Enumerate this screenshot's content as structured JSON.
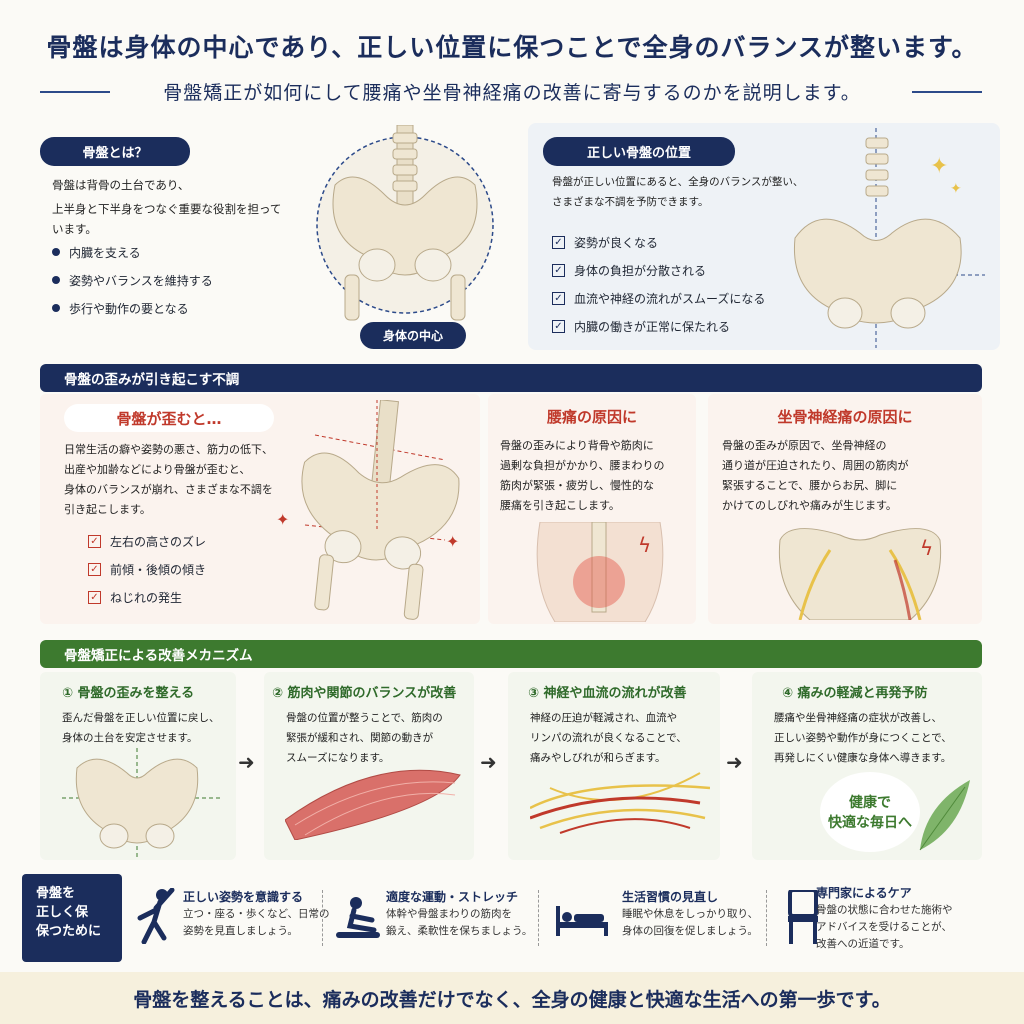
{
  "header": {
    "title": "骨盤は身体の中心であり、正しい位置に保つことで全身のバランスが整います。",
    "subtitle": "骨盤矯正が如何にして腰痛や坐骨神経痛の改善に寄与するのかを説明します。"
  },
  "what_is": {
    "title": "骨盤とは？",
    "text1": "骨盤は背骨の土台であり、",
    "text2": "上半身と下半身をつなぐ重要な役割を担って",
    "text3": "います。",
    "items": [
      "内臓を支える",
      "姿勢やバランスを維持する",
      "歩行や動作の要となる"
    ],
    "center_label": "身体の中心"
  },
  "correct": {
    "title": "正しい骨盤の位置",
    "text1": "骨盤が正しい位置にあると、全身のバランスが整い、",
    "text2": "さまざまな不調を予防できます。",
    "items": [
      "姿勢が良くなる",
      "身体の負担が分散される",
      "血流や神経の流れがスムーズになる",
      "内臓の働きが正常に保たれる"
    ]
  },
  "distortion": {
    "band": "骨盤の歪みが引き起こす不調",
    "card1": {
      "title": "骨盤が歪むと…",
      "lines": [
        "日常生活の癖や姿勢の悪さ、筋力の低下、",
        "出産や加齢などにより骨盤が歪むと、",
        "身体のバランスが崩れ、さまざまな不調を",
        "引き起こします。"
      ],
      "items": [
        "左右の高さのズレ",
        "前傾・後傾の傾き",
        "ねじれの発生"
      ]
    },
    "card2": {
      "title": "腰痛の原因に",
      "lines": [
        "骨盤の歪みにより背骨や筋肉に",
        "過剰な負担がかかり、腰まわりの",
        "筋肉が緊張・疲労し、慢性的な",
        "腰痛を引き起こします。"
      ]
    },
    "card3": {
      "title": "坐骨神経痛の原因に",
      "lines": [
        "骨盤の歪みが原因で、坐骨神経の",
        "通り道が圧迫されたり、周囲の筋肉が",
        "緊張することで、腰からお尻、脚に",
        "かけてのしびれや痛みが生じます。"
      ]
    }
  },
  "mechanism": {
    "band": "骨盤矯正による改善メカニズム",
    "steps": [
      {
        "title": "① 骨盤の歪みを整える",
        "lines": [
          "歪んだ骨盤を正しい位置に戻し、",
          "身体の土台を安定させます。"
        ]
      },
      {
        "title": "② 筋肉や関節のバランスが改善",
        "lines": [
          "骨盤の位置が整うことで、筋肉の",
          "緊張が緩和され、関節の動きが",
          "スムーズになります。"
        ]
      },
      {
        "title": "③ 神経や血流の流れが改善",
        "lines": [
          "神経の圧迫が軽減され、血流や",
          "リンパの流れが良くなることで、",
          "痛みやしびれが和らぎます。"
        ]
      },
      {
        "title": "④ 痛みの軽減と再発予防",
        "lines": [
          "腰痛や坐骨神経痛の症状が改善し、",
          "正しい姿勢や動作が身につくことで、",
          "再発しにくい健康な身体へ導きます。"
        ]
      }
    ],
    "badge_line1": "健康で",
    "badge_line2": "快適な毎日へ"
  },
  "tips": {
    "label_lines": [
      "骨盤を",
      "正しく保",
      "保つために"
    ],
    "items": [
      {
        "icon": "stretching-person-icon",
        "title": "正しい姿勢を意識する",
        "lines": [
          "立つ・座る・歩くなど、日常の",
          "姿勢を見直しましょう。"
        ]
      },
      {
        "icon": "sitting-stretch-icon",
        "title": "適度な運動・ストレッチ",
        "lines": [
          "体幹や骨盤まわりの筋肉を",
          "鍛え、柔軟性を保ちましょう。"
        ]
      },
      {
        "icon": "bed-icon",
        "title": "生活習慣の見直し",
        "lines": [
          "睡眠や休息をしっかり取り、",
          "身体の回復を促しましょう。"
        ]
      },
      {
        "icon": "chair-icon",
        "title": "専門家によるケア",
        "lines": [
          "骨盤の状態に合わせた施術や",
          "アドバイスを受けることが、",
          "改善への近道です。"
        ]
      }
    ]
  },
  "footer": "骨盤を整えることは、痛みの改善だけでなく、全身の健康と快適な生活への第一歩です。",
  "colors": {
    "navy": "#1b2d5c",
    "red": "#c0392b",
    "green": "#3d7a2f",
    "bone": "#efe6d2"
  }
}
